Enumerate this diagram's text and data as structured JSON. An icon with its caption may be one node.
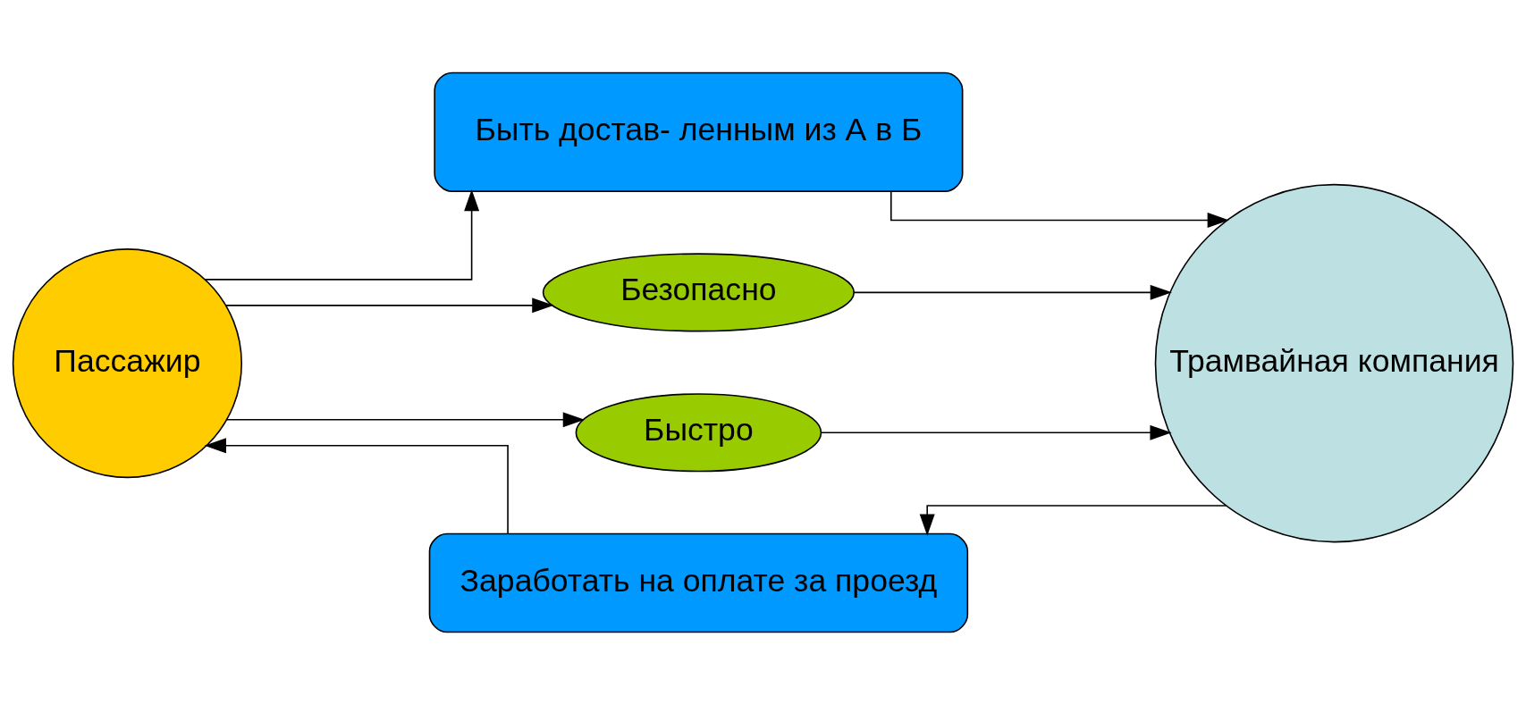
{
  "diagram": {
    "nodes": [
      {
        "text": [
          "Пассажир"
        ]
      },
      {
        "text": [
          "Быть достав- ленным из А в Б"
        ]
      },
      {
        "text": [
          "Безопасно"
        ]
      },
      {
        "text": [
          "Быстро"
        ]
      },
      {
        "text": [
          "Заработать на оплате за проезд"
        ]
      },
      {
        "text": [
          "Трамвайная компания"
        ]
      }
    ],
    "edges": [
      {
        "from": 0,
        "to": 1,
        "arrow": "to"
      },
      {
        "from": 1,
        "to": 5,
        "arrow": "to"
      },
      {
        "from": 0,
        "to": 2,
        "arrow": "to"
      },
      {
        "from": 2,
        "to": 5,
        "arrow": "to"
      },
      {
        "from": 0,
        "to": 3,
        "arrow": "to"
      },
      {
        "from": 3,
        "to": 5,
        "arrow": "to"
      },
      {
        "from": 5,
        "to": 4,
        "arrow": "to"
      },
      {
        "from": 4,
        "to": 0,
        "arrow": "to"
      }
    ]
  }
}
